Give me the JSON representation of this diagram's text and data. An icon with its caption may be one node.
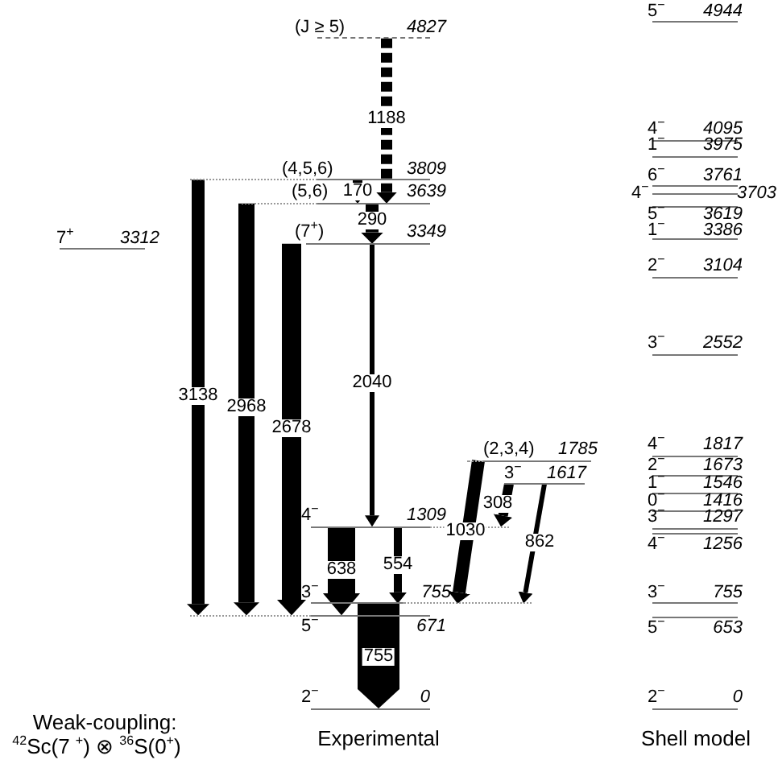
{
  "diagram": {
    "nodes": [
      {
        "text": [
          "(J ≥ 5)",
          "4827"
        ]
      },
      {
        "text": [
          "(4,5,6)",
          "3809"
        ]
      },
      {
        "text": [
          "(5,6)",
          "3639"
        ]
      },
      {
        "text": [
          "(7$^{+}$)",
          "3349"
        ]
      },
      {
        "text": [
          "(2,3,4)",
          "1785"
        ]
      },
      {
        "text": [
          "3$^{−}$",
          "1617"
        ]
      },
      {
        "text": [
          "4$^{−}$",
          "1309"
        ]
      },
      {
        "text": [
          "3$^{−}$",
          "755"
        ]
      },
      {
        "text": [
          "5$^{−}$",
          "671"
        ]
      },
      {
        "text": [
          "2$^{−}$",
          "0"
        ]
      },
      {
        "text": [
          "7$^{+}$",
          "3312"
        ]
      },
      {
        "text": [
          "5$^{−}$",
          "4944"
        ]
      },
      {
        "text": [
          "4$^{−}$",
          "4095"
        ]
      },
      {
        "text": [
          "1$^{−}$",
          "3975"
        ]
      },
      {
        "text": [
          "6$^{−}$",
          "3761"
        ]
      },
      {
        "text": [
          "4$^{−}$",
          "3703"
        ]
      },
      {
        "text": [
          "5$^{−}$",
          "3619"
        ]
      },
      {
        "text": [
          "1$^{−}$",
          "3386"
        ]
      },
      {
        "text": [
          "2$^{−}$",
          "3104"
        ]
      },
      {
        "text": [
          "3$^{−}$",
          "2552"
        ]
      },
      {
        "text": [
          "4$^{−}$",
          "1817"
        ]
      },
      {
        "text": [
          "2$^{−}$",
          "1673"
        ]
      },
      {
        "text": [
          "1$^{−}$",
          "1546"
        ]
      },
      {
        "text": [
          "0$^{−}$",
          "1416"
        ]
      },
      {
        "text": [
          "3$^{−}$",
          "1297"
        ]
      },
      {
        "text": [
          "4$^{−}$",
          "1256"
        ]
      },
      {
        "text": [
          "3$^{−}$",
          "755"
        ]
      },
      {
        "text": [
          "5$^{−}$",
          "653"
        ]
      },
      {
        "text": [
          "2$^{−}$",
          "0"
        ]
      }
    ],
    "edges": [
      {
        "from": 0,
        "to": 2,
        "arrow": "to",
        "label": "1188",
        "style": "dashed"
      },
      {
        "from": 1,
        "to": 2,
        "arrow": "to",
        "label": "170"
      },
      {
        "from": 2,
        "to": 3,
        "arrow": "to",
        "label": "290"
      },
      {
        "from": 3,
        "to": 6,
        "arrow": "to",
        "label": "2040"
      },
      {
        "from": 1,
        "to": 8,
        "arrow": "to",
        "label": "3138"
      },
      {
        "from": 2,
        "to": 8,
        "arrow": "to",
        "label": "2968"
      },
      {
        "from": 3,
        "to": 8,
        "arrow": "to",
        "label": "2678"
      },
      {
        "from": 6,
        "to": 8,
        "arrow": "to",
        "label": "638",
        "style": "thick"
      },
      {
        "from": 6,
        "to": 7,
        "arrow": "to",
        "label": "554"
      },
      {
        "from": 7,
        "to": 9,
        "arrow": "to",
        "label": "755",
        "style": "thick"
      },
      {
        "from": 4,
        "to": 7,
        "arrow": "to",
        "label": "1030"
      },
      {
        "from": 5,
        "to": 6,
        "arrow": "to",
        "label": "308"
      },
      {
        "from": 5,
        "to": 7,
        "arrow": "to",
        "label": "862"
      }
    ],
    "labels": [
      "Weak-coupling:",
      "$^{42}$Sc(7 $^{+}$) ⊗ $^{36}$S(0$^{+}$)",
      "Experimental",
      "Shell model"
    ]
  }
}
